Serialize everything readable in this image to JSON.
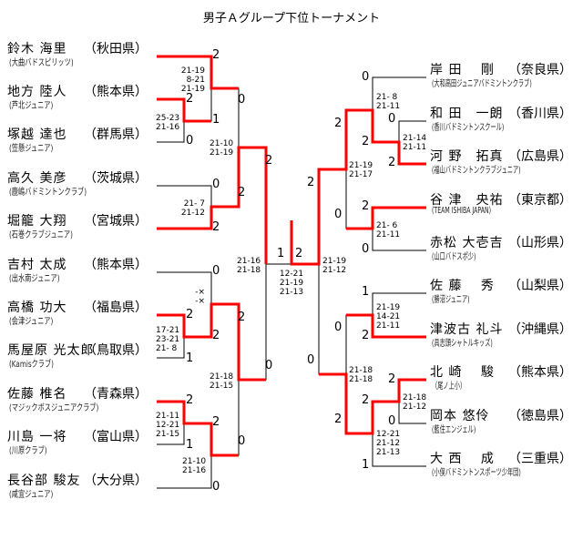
{
  "title": "男子Ａグループ下位トーナメント",
  "colors": {
    "winner_line": "#ff0000",
    "line": "#000000"
  },
  "left_players": [
    {
      "name": "鈴木 海里",
      "pref": "（秋田県）",
      "club": "(大曲バドスピリッツ)"
    },
    {
      "name": "地方 陸人",
      "pref": "（熊本県）",
      "club": "(芦北ジュニア)"
    },
    {
      "name": "塚越 達也",
      "pref": "（群馬県）",
      "club": "(笠懸ジュニア)"
    },
    {
      "name": "高久 美彦",
      "pref": "（茨城県）",
      "club": "(鹿嶋バドミントンクラブ)"
    },
    {
      "name": "堀籠 大翔",
      "pref": "（宮城県）",
      "club": "(石巻クラブジュニア)"
    },
    {
      "name": "吉村 太成",
      "pref": "（熊本県）",
      "club": "(出水南ジュニア)"
    },
    {
      "name": "高橋 功大",
      "pref": "（福島県）",
      "club": "(会津ジュニア)"
    },
    {
      "name": "馬屋原 光太郎",
      "pref": "（鳥取県）",
      "club": "(Kamisクラブ)"
    },
    {
      "name": "佐藤 椎名",
      "pref": "（青森県）",
      "club": "(マジックボスジュニアクラブ)"
    },
    {
      "name": "川島 一将",
      "pref": "（富山県）",
      "club": "(川原クラブ)"
    },
    {
      "name": "長谷部 駿友",
      "pref": "（大分県）",
      "club": "(咸宜ジュニア)"
    }
  ],
  "right_players": [
    {
      "name": "岸 田　 剛",
      "pref": "（奈良県）",
      "club": "(大和高田ジュニアバドミントンクラブ)"
    },
    {
      "name": "和 田　一朗",
      "pref": "（香川県）",
      "club": "(香川バドミントンスクール)"
    },
    {
      "name": "河 野　拓真",
      "pref": "（広島県）",
      "club": "(福山バドミントンクラブジュニア)"
    },
    {
      "name": "谷 津　央祐",
      "pref": "（東京都）",
      "club": "(TEAM ISHIBA JAPAN)"
    },
    {
      "name": "赤松 大壱吉",
      "pref": "（山形県）",
      "club": "(山口バドスポ少)"
    },
    {
      "name": "佐 藤　 秀",
      "pref": "（山梨県）",
      "club": "(勝沼ジュニア)"
    },
    {
      "name": "津波古 礼斗",
      "pref": "（沖縄県）",
      "club": "(具志頭シャトルキッズ)"
    },
    {
      "name": "北 崎　 駿",
      "pref": "（熊本県）",
      "club": "（尾ノ上小）"
    },
    {
      "name": "岡本 悠伶",
      "pref": "（徳島県）",
      "club": "(藍住エンジェル)"
    },
    {
      "name": "大 西　 成",
      "pref": "（三重県）",
      "club": "(小俣バドミントンスポーツ少年団)"
    }
  ],
  "left_scores": [
    "2",
    "2",
    "1",
    "0",
    "0",
    "0",
    "2",
    "2",
    "2",
    "0",
    "2",
    "1",
    "2",
    "2",
    "0",
    "2",
    "1",
    "2",
    "0",
    "0"
  ],
  "final_scores": {
    "left": "1",
    "right": "2",
    "games": "12-21\n21-19\n21-13"
  },
  "right_scores": [
    "0",
    "2",
    "0",
    "2",
    "2",
    "0",
    "2",
    "0",
    "2",
    "1",
    "2",
    "0",
    "0",
    "2",
    "0",
    "2",
    "2",
    "1"
  ],
  "left_games": [
    "21-19\n 8-21\n21-19",
    "25-23\n21-16",
    "21-10\n21-19",
    "21- 7\n21-12",
    "21-16\n21-18",
    "-×\n-×",
    "17-21\n23-21\n21- 8",
    "21-18\n21-15",
    "21-11\n12-21\n21-15",
    "21-10\n21-16"
  ],
  "right_games": [
    "21-19\n21-12",
    "21- 8\n21-11",
    "21-14\n21-11",
    "21-19\n21-17",
    "21- 6\n21-11",
    "21-19\n14-21\n21-11",
    "21-18\n21-18",
    "21-18\n21-12",
    "12-21\n21-12\n21-13"
  ]
}
